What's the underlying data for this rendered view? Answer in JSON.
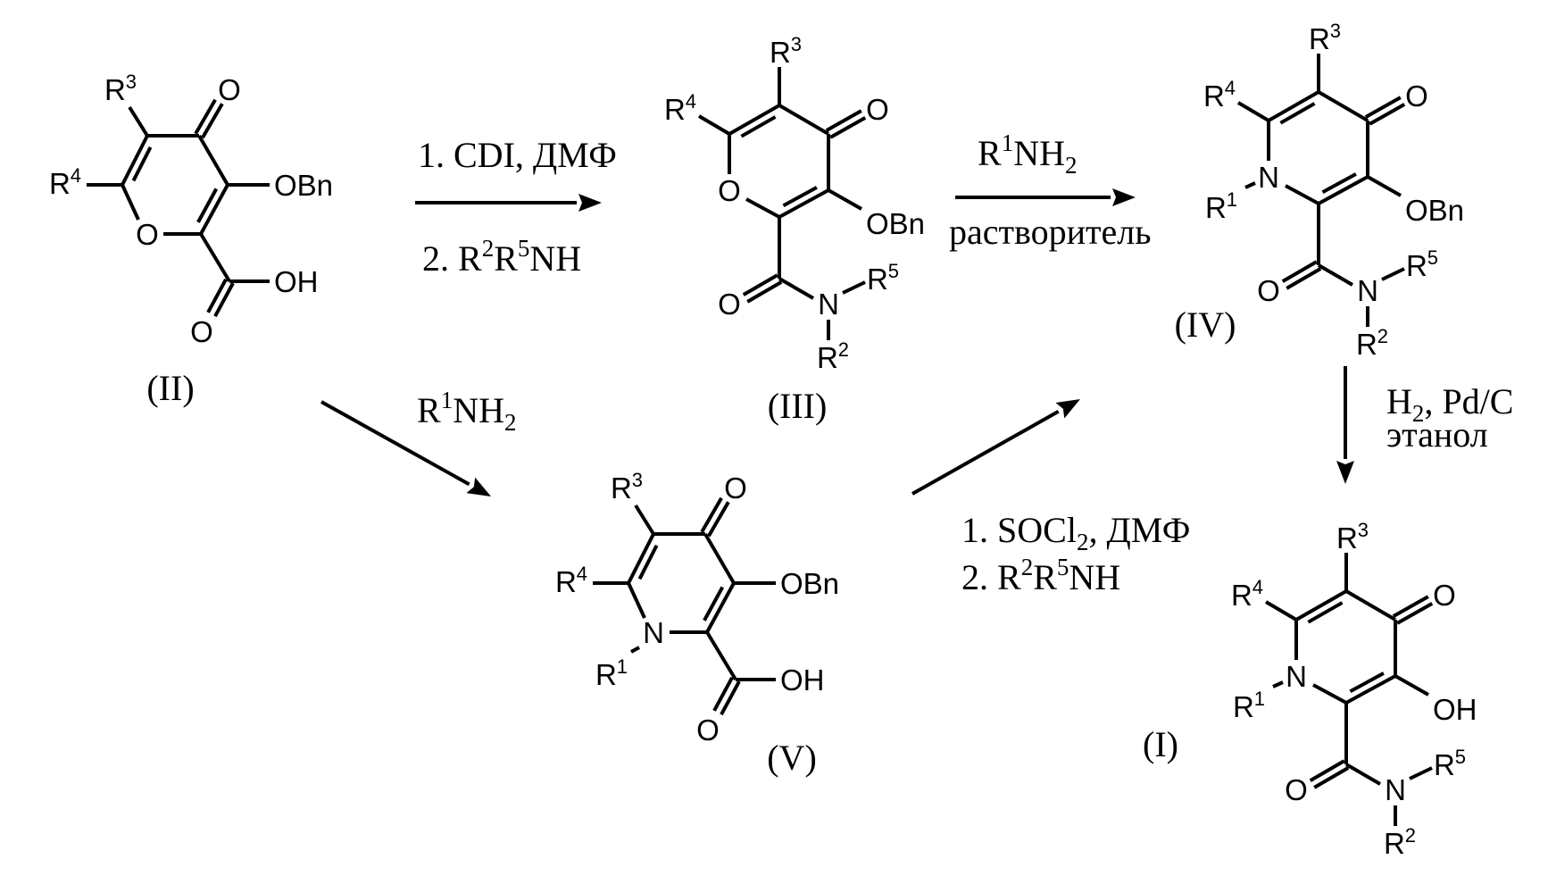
{
  "colors": {
    "ink": "#000000",
    "background": "#ffffff"
  },
  "compounds": {
    "II": {
      "id": "(II)",
      "R3": "R3",
      "R4": "R4",
      "keto_O": "O",
      "ring_X": "O",
      "sub3": "OBn",
      "acid_OH": "OH",
      "acid_O": "O"
    },
    "III": {
      "id": "(III)",
      "R3": "R3",
      "R4": "R4",
      "keto_O": "O",
      "ring_X": "O",
      "sub3": "OBn",
      "amide_O": "O",
      "amide_N": "N",
      "R5": "R5",
      "R2": "R2"
    },
    "IV": {
      "id": "(IV)",
      "R3": "R3",
      "R4": "R4",
      "keto_O": "O",
      "ring_X": "N",
      "R1": "R1",
      "sub3": "OBn",
      "amide_O": "O",
      "amide_N": "N",
      "R5": "R5",
      "R2": "R2"
    },
    "V": {
      "id": "(V)",
      "R3": "R3",
      "R4": "R4",
      "keto_O": "O",
      "ring_X": "N",
      "R1": "R1",
      "sub3": "OBn",
      "acid_OH": "OH",
      "acid_O": "O"
    },
    "I": {
      "id": "(I)",
      "R3": "R3",
      "R4": "R4",
      "keto_O": "O",
      "ring_X": "N",
      "R1": "R1",
      "sub3": "OH",
      "amide_O": "O",
      "amide_N": "N",
      "R5": "R5",
      "R2": "R2"
    }
  },
  "reactions": {
    "II_to_III": {
      "above": "1. CDI, ДМФ",
      "below": "2. R2R5NH"
    },
    "III_to_IV": {
      "above": "R1NH2",
      "below": "растворитель"
    },
    "II_to_V": {
      "label": "R1NH2"
    },
    "V_to_IV": {
      "line1": "1. SOCl2, ДМФ",
      "line2": "2. R2R5NH"
    },
    "IV_to_I": {
      "line1": "H2, Pd/C",
      "line2": "этанол"
    }
  }
}
